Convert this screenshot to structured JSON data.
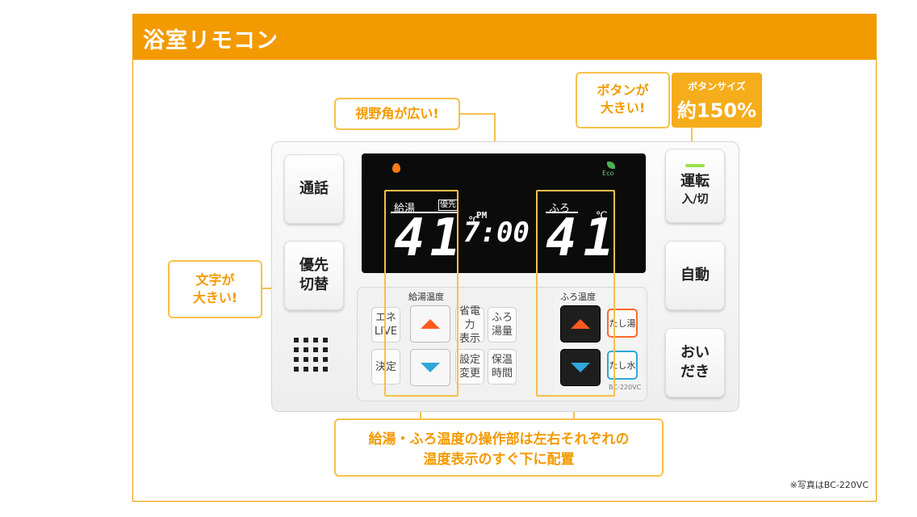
{
  "header": {
    "title": "浴室リモコン"
  },
  "callouts": {
    "wide_angle": "視野角が広い!",
    "big_buttons": "ボタンが\n大きい!",
    "big_text": "文字が\n大きい!",
    "button_size_label": "ボタンサイズ",
    "button_size_value": "約150%",
    "bottom_line1": "給湯・ふろ温度の操作部は左右それぞれの",
    "bottom_line2": "温度表示のすぐ下に配置"
  },
  "buttons": {
    "tsuwa": "通話",
    "yusen_1": "優先",
    "yusen_2": "切替",
    "unten_1": "運転",
    "unten_2": "入/切",
    "jido": "自動",
    "oidaki_1": "おい",
    "oidaki_2": "だき"
  },
  "lcd": {
    "kyuto_label": "給湯",
    "yusen_tag": "優先",
    "kyuto_temp": "41",
    "celsius": "℃",
    "pm": "PM",
    "time": "7:00",
    "furo_label": "ふろ",
    "furo_temp": "41",
    "eco": "Eco"
  },
  "controls": {
    "kyuto_section": "給湯温度",
    "furo_section": "ふろ温度",
    "ene_1": "エネ",
    "ene_2": "LIVE",
    "kettei": "決定",
    "shoden_1": "省電力",
    "shoden_2": "表示",
    "furo_1": "ふろ",
    "furo_2": "湯量",
    "settei_1": "設定",
    "settei_2": "変更",
    "hoon_1": "保温",
    "hoon_2": "時間",
    "tashiyu": "たし湯",
    "tashimizu": "たし水",
    "model": "BC-220VC"
  },
  "note": "※写真はBC-220VC"
}
